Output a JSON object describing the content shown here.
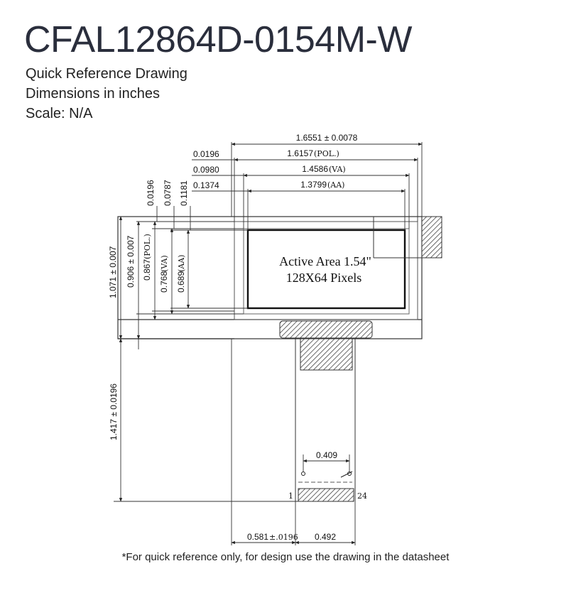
{
  "header": {
    "title": "CFAL12864D-0154M-W",
    "subtitle_1": "Quick Reference Drawing",
    "subtitle_2": "Dimensions in inches",
    "subtitle_3": "Scale: N/A"
  },
  "dimensions": {
    "overall_width": "1.6551 ± 0.0078",
    "pol_width": "1.6157",
    "pol_suffix": "(POL.)",
    "va_width": "1.4586",
    "va_suffix": "(VA)",
    "aa_width": "1.3799",
    "aa_suffix": "(AA)",
    "left_offset_1": "0.0196",
    "left_offset_2": "0.0980",
    "left_offset_3": "0.1374",
    "top_offset_1": "0.0196",
    "top_offset_2": "0.0787",
    "top_offset_3": "0.1181",
    "overall_height": "1.071 ± 0.007",
    "height_2": "0.906 ± 0.007",
    "pol_height": "0.867",
    "pol_height_suffix": "(POL.)",
    "va_height": "0.768",
    "va_height_suffix": "(VA)",
    "aa_height": "0.689",
    "aa_height_suffix": "(AA)",
    "tail_length": "1.417 ± 0.0196",
    "pin_pitch_span": "0.409",
    "tail_offset": "0.581",
    "tail_offset_tol": "±.0196",
    "tail_width": "0.492",
    "pin_first": "1",
    "pin_last": "24"
  },
  "active_area": {
    "line_1": "Active Area 1.54\"",
    "line_2": "128X64 Pixels"
  },
  "footer": {
    "note": "*For quick reference only, for design use the drawing in the datasheet"
  }
}
